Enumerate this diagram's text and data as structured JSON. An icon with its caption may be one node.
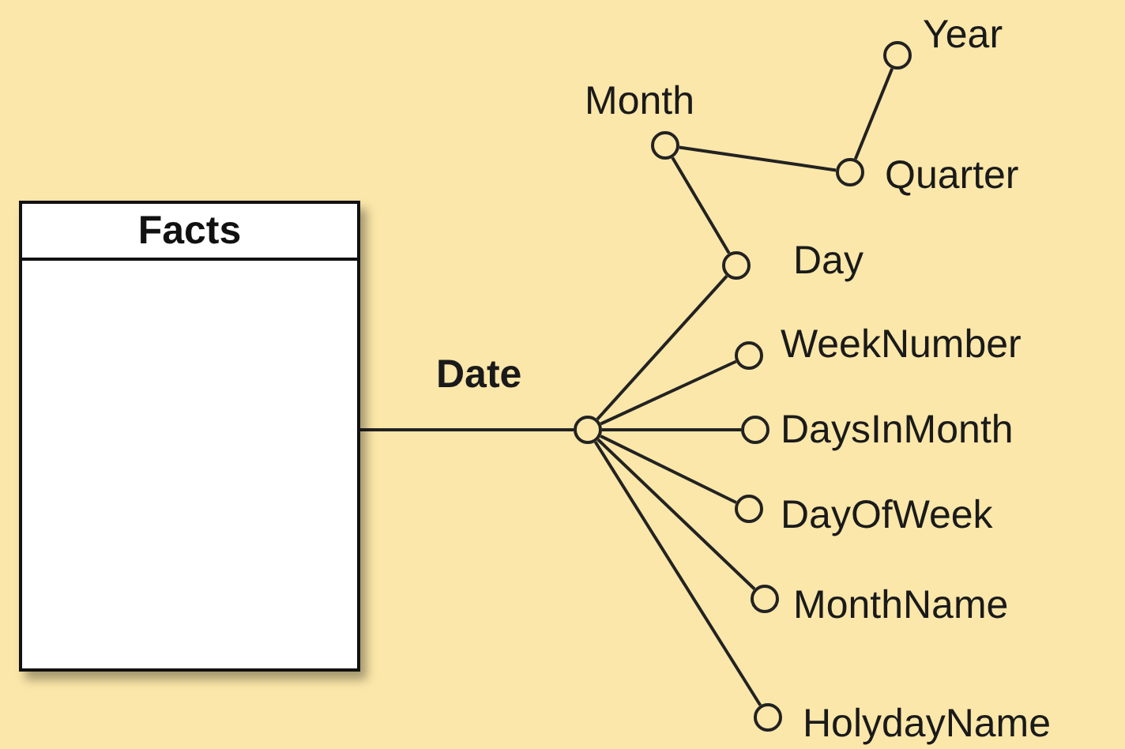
{
  "diagram": {
    "nodes": [
      {
        "text": [
          "Facts"
        ]
      },
      {
        "text": [],
        "shape": "circle",
        "beside": [
          "Date"
        ]
      },
      {
        "text": [],
        "shape": "circle",
        "beside": [
          "Year"
        ]
      },
      {
        "text": [],
        "shape": "circle",
        "beside": [
          "Month"
        ]
      },
      {
        "text": [],
        "shape": "circle",
        "beside": [
          "Quarter"
        ]
      },
      {
        "text": [],
        "shape": "circle",
        "beside": [
          "Day"
        ]
      },
      {
        "text": [],
        "shape": "circle",
        "beside": [
          "WeekNumber"
        ]
      },
      {
        "text": [],
        "shape": "circle",
        "beside": [
          "DaysInMonth"
        ]
      },
      {
        "text": [],
        "shape": "circle",
        "beside": [
          "DayOfWeek"
        ]
      },
      {
        "text": [],
        "shape": "circle",
        "beside": [
          "MonthName"
        ]
      },
      {
        "text": [],
        "shape": "circle",
        "beside": [
          "HolydayName"
        ]
      }
    ],
    "edges": [
      {
        "from": 0,
        "to": 1,
        "arrow": "none"
      },
      {
        "from": 1,
        "to": 5,
        "arrow": "none"
      },
      {
        "from": 5,
        "to": 3,
        "arrow": "none"
      },
      {
        "from": 3,
        "to": 4,
        "arrow": "none"
      },
      {
        "from": 4,
        "to": 2,
        "arrow": "none"
      },
      {
        "from": 1,
        "to": 6,
        "arrow": "none"
      },
      {
        "from": 1,
        "to": 7,
        "arrow": "none"
      },
      {
        "from": 1,
        "to": 8,
        "arrow": "none"
      },
      {
        "from": 1,
        "to": 9,
        "arrow": "none"
      },
      {
        "from": 1,
        "to": 10,
        "arrow": "none"
      }
    ]
  }
}
